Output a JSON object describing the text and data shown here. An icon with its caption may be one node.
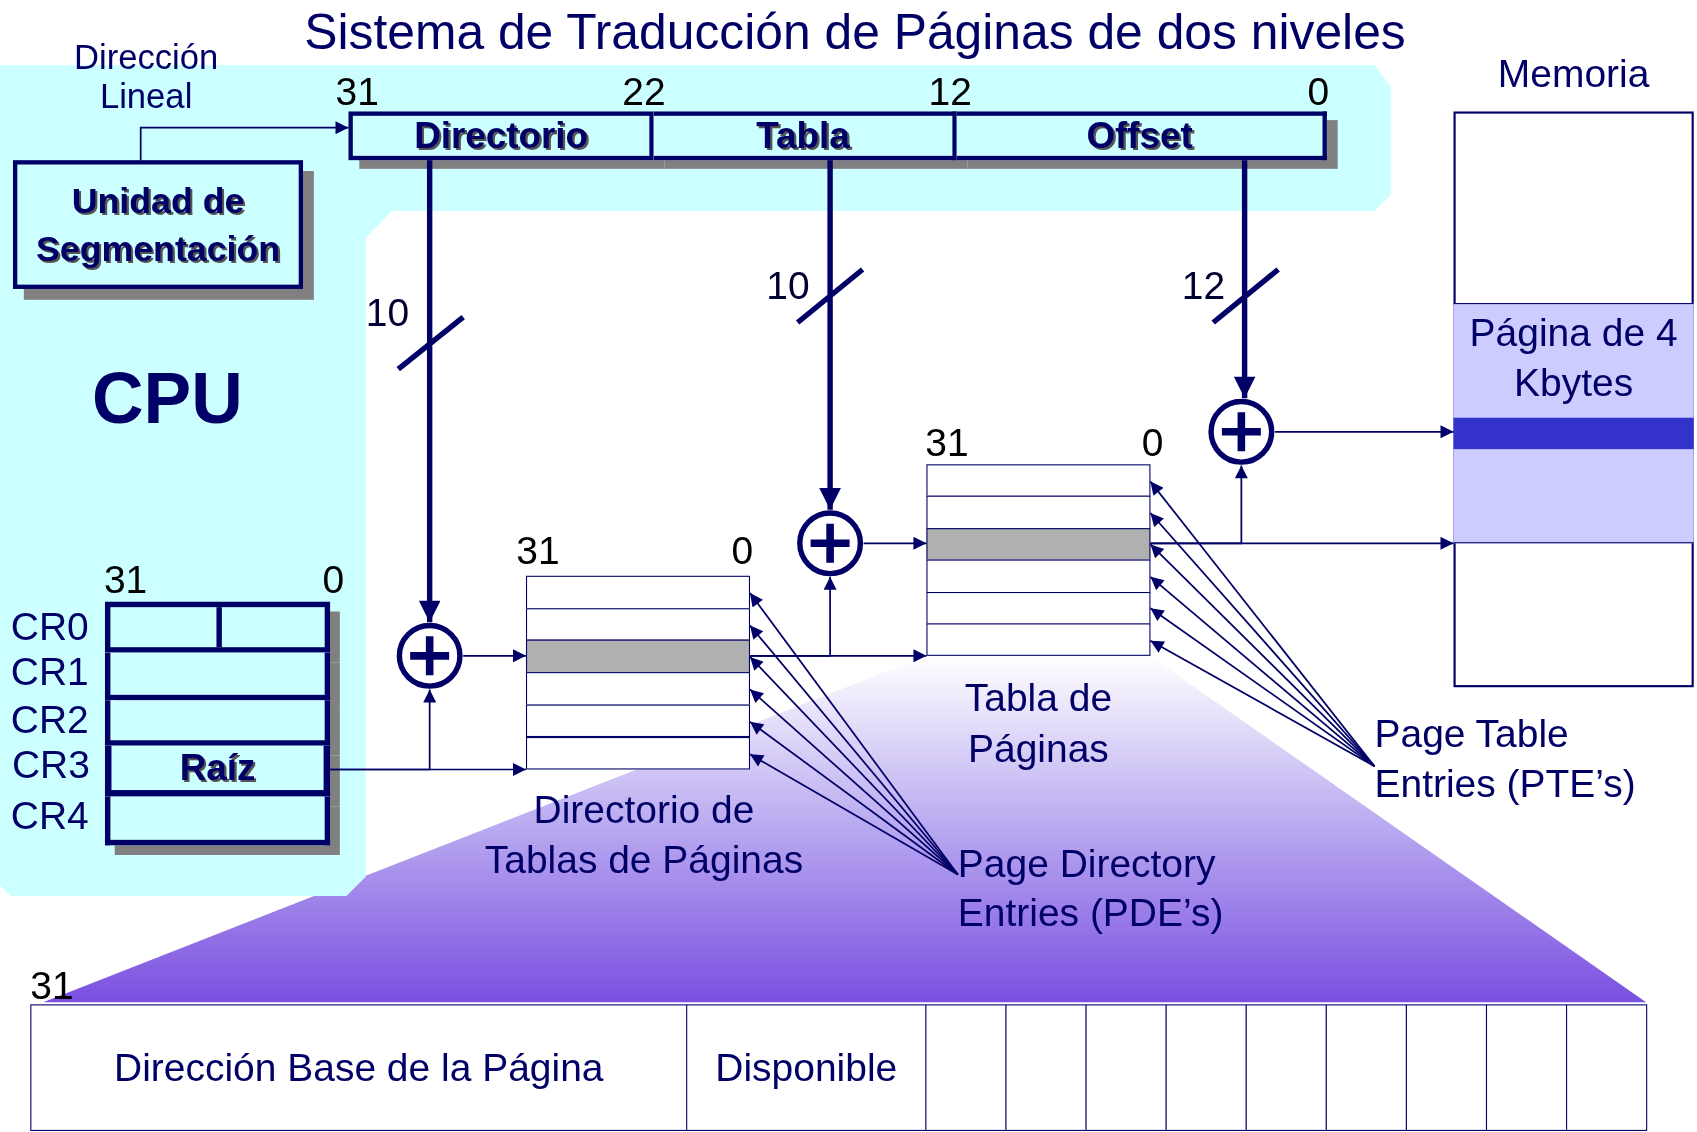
{
  "diagram": {
    "title": "Sistema de Traducción de Páginas de dos niveles",
    "nodes": [
      {
        "text": [
          "CPU"
        ]
      },
      {
        "text": [
          "Unidad de Segmentación"
        ],
        "in": 0
      },
      {
        "text": [
          "Directorio"
        ],
        "in": 0
      },
      {
        "text": [
          "Tabla"
        ],
        "in": 0
      },
      {
        "text": [
          "Offset"
        ],
        "in": 0
      },
      {
        "text": [
          "Memoria"
        ]
      },
      {
        "text": [
          "Página de 4 Kbytes"
        ],
        "in": 5
      },
      {
        "text": [],
        "shape": "bar",
        "in": 6
      },
      {
        "text": [],
        "shape": "circle"
      },
      {
        "text": [
          "Tabla de Páginas"
        ]
      },
      {
        "text": [],
        "shape": "box",
        "in": 9
      },
      {
        "text": [],
        "shape": "box",
        "in": 9
      },
      {
        "text": [],
        "shape": "box",
        "in": 9
      },
      {
        "text": [],
        "shape": "box",
        "in": 9
      },
      {
        "text": [],
        "shape": "box",
        "in": 9
      },
      {
        "text": [],
        "shape": "box",
        "in": 9
      },
      {
        "text": [],
        "shape": "circle"
      },
      {
        "text": [
          "Directorio de Tablas de Páginas"
        ]
      },
      {
        "text": [],
        "shape": "box",
        "in": 17
      },
      {
        "text": [],
        "shape": "box",
        "in": 17
      },
      {
        "text": [],
        "shape": "box",
        "in": 17
      },
      {
        "text": [],
        "shape": "box",
        "in": 17
      },
      {
        "text": [],
        "shape": "box",
        "in": 17
      },
      {
        "text": [],
        "shape": "box",
        "in": 17
      },
      {
        "text": [],
        "shape": "circle"
      },
      {
        "text": [],
        "shape": "box",
        "in": 0,
        "beside": [
          "CR0"
        ]
      },
      {
        "text": [],
        "shape": "box",
        "in": 0,
        "beside": [
          "CR1"
        ]
      },
      {
        "text": [],
        "shape": "box",
        "in": 0,
        "beside": [
          "CR2"
        ]
      },
      {
        "text": [
          "Raíz"
        ],
        "in": 0,
        "beside": [
          "CR3"
        ]
      },
      {
        "text": [],
        "shape": "box",
        "in": 0,
        "beside": [
          "CR4"
        ]
      },
      {
        "text": [
          "Page Table Entries (PTE’s)"
        ]
      },
      {
        "text": [
          "Page Directory Entries (PDE’s)"
        ]
      },
      {
        "text": [
          "Dirección Base de la Página"
        ]
      },
      {
        "text": [
          "Disponible"
        ]
      },
      {
        "text": [],
        "shape": "box"
      },
      {
        "text": [],
        "shape": "box"
      },
      {
        "text": [],
        "shape": "box"
      },
      {
        "text": [],
        "shape": "box"
      },
      {
        "text": [],
        "shape": "box"
      },
      {
        "text": [],
        "shape": "box"
      },
      {
        "text": [],
        "shape": "box"
      },
      {
        "text": [],
        "shape": "box"
      },
      {
        "text": [],
        "shape": "box"
      }
    ],
    "edges": [
      {
        "from": 1,
        "to": 2,
        "arrow": "to"
      },
      {
        "from": 2,
        "to": 24,
        "arrow": "to",
        "label": "10",
        "style": "thick"
      },
      {
        "from": 3,
        "to": 16,
        "arrow": "to",
        "label": "10",
        "style": "thick"
      },
      {
        "from": 4,
        "to": 8,
        "arrow": "to",
        "label": "12",
        "style": "thick"
      },
      {
        "from": 28,
        "to": 17,
        "arrow": "to"
      },
      {
        "from": 28,
        "to": 24,
        "arrow": "to"
      },
      {
        "from": 24,
        "to": 20,
        "arrow": "to"
      },
      {
        "from": 20,
        "to": 9,
        "arrow": "to"
      },
      {
        "from": 20,
        "to": 16,
        "arrow": "to"
      },
      {
        "from": 16,
        "to": 12,
        "arrow": "to"
      },
      {
        "from": 12,
        "to": 6,
        "arrow": "to"
      },
      {
        "from": 12,
        "to": 8,
        "arrow": "to"
      },
      {
        "from": 8,
        "to": 7,
        "arrow": "to"
      },
      {
        "from": 31,
        "to": 18,
        "arrow": "to"
      },
      {
        "from": 31,
        "to": 19,
        "arrow": "to"
      },
      {
        "from": 31,
        "to": 20,
        "arrow": "to"
      },
      {
        "from": 31,
        "to": 21,
        "arrow": "to"
      },
      {
        "from": 31,
        "to": 22,
        "arrow": "to"
      },
      {
        "from": 31,
        "to": 23,
        "arrow": "to"
      },
      {
        "from": 30,
        "to": 10,
        "arrow": "to"
      },
      {
        "from": 30,
        "to": 11,
        "arrow": "to"
      },
      {
        "from": 30,
        "to": 12,
        "arrow": "to"
      },
      {
        "from": 30,
        "to": 13,
        "arrow": "to"
      },
      {
        "from": 30,
        "to": 14,
        "arrow": "to"
      },
      {
        "from": 30,
        "to": 15,
        "arrow": "to"
      }
    ],
    "labels": [
      "Dirección Lineal",
      "31",
      "22",
      "12",
      "0",
      "31",
      "0",
      "31",
      "0",
      "31",
      "0",
      "31"
    ]
  }
}
